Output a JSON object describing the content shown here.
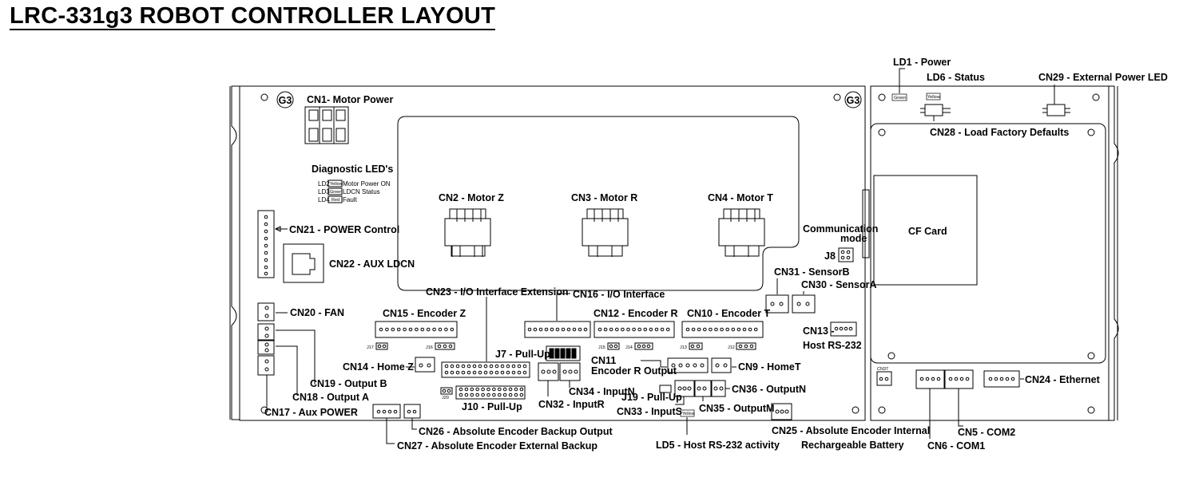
{
  "title": "LRC-331g3 ROBOT CONTROLLER LAYOUT",
  "board_marks": {
    "g3_left": "G3",
    "g3_right": "G3"
  },
  "diagnostic": {
    "heading": "Diagnostic LED's",
    "rows": [
      {
        "id": "LD2",
        "color_word": "Yellow",
        "text": "Motor Power ON"
      },
      {
        "id": "LD3",
        "color_word": "Green",
        "text": "LDCN Status"
      },
      {
        "id": "LD4",
        "color_word": "Red",
        "text": "Fault"
      }
    ]
  },
  "labels": {
    "cn1": "CN1- Motor Power",
    "cn2": "CN2 - Motor Z",
    "cn3": "CN3 - Motor R",
    "cn4": "CN4 - Motor T",
    "cn21": "CN21 - POWER Control",
    "cn22": "CN22 - AUX LDCN",
    "cn23": "CN23 - I/O Interface Extension",
    "cn16": "CN16 - I/O Interface",
    "cn20": "CN20 - FAN",
    "cn15": "CN15 - Encoder Z",
    "cn12": "CN12 - Encoder R",
    "cn10": "CN10 - Encoder T",
    "cn14": "CN14 - Home Z",
    "j7": "J7 - Pull-Up",
    "cn11a": "CN11",
    "cn11b": "Encoder R Output",
    "cn9": "CN9 - HomeT",
    "cn19": "CN19 - Output B",
    "cn18": "CN18 - Output A",
    "cn17": "CN17 - Aux POWER",
    "j10": "J10 - Pull-Up",
    "cn34": "CN34 - InputN",
    "cn32": "CN32 - InputR",
    "j19": "J19 - Pull-Up",
    "cn33": "CN33 - InputS",
    "cn36": "CN36 - OutputN",
    "cn35": "CN35 - OutputM",
    "cn26": "CN26 - Absolute Encoder Backup Output",
    "cn27": "CN27 - Absolute Encoder  External Backup",
    "ld5": "LD5 - Host RS-232 activity",
    "cn25a": "CN25 - Absolute Encoder Internal",
    "cn25b": "Rechargeable Battery",
    "comm_a": "Communication",
    "comm_b": "mode",
    "j8": "J8",
    "cn31": "CN31 - SensorB",
    "cn30": "CN30 - SensorA",
    "cn13a": "CN13 -",
    "cn13b": "Host RS-232",
    "ld1": "LD1 - Power",
    "ld6": "LD6 - Status",
    "cn29": "CN29 - External Power LED",
    "cn28": "CN28 - Load Factory Defaults",
    "cf": "CF Card",
    "cn24": "CN24 - Ethernet",
    "cn5": "CN5 - COM2",
    "cn6": "CN6 - COM1",
    "cn37": "CN37"
  },
  "small_marks": {
    "j17": "J17",
    "j16": "J16",
    "j15": "J15",
    "j14": "J14",
    "j13": "J13",
    "j12": "J12",
    "j20": "J20",
    "ld5_color": "Yellow",
    "ld1_color": "Green",
    "ld6_color": "Yellow"
  }
}
